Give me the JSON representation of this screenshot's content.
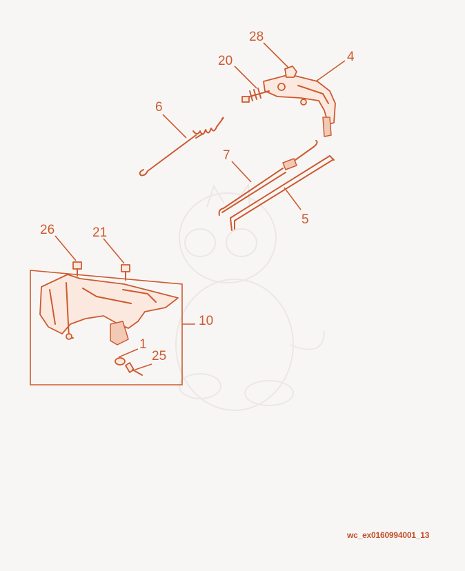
{
  "callouts": {
    "c28": "28",
    "c20": "20",
    "c4": "4",
    "c6": "6",
    "c7": "7",
    "c5": "5",
    "c26": "26",
    "c21": "21",
    "c10": "10",
    "c1": "1",
    "c25": "25"
  },
  "image_id": "wc_ex0160994001_13",
  "colors": {
    "line": "#cc5a30",
    "background": "#f8f6f4"
  }
}
